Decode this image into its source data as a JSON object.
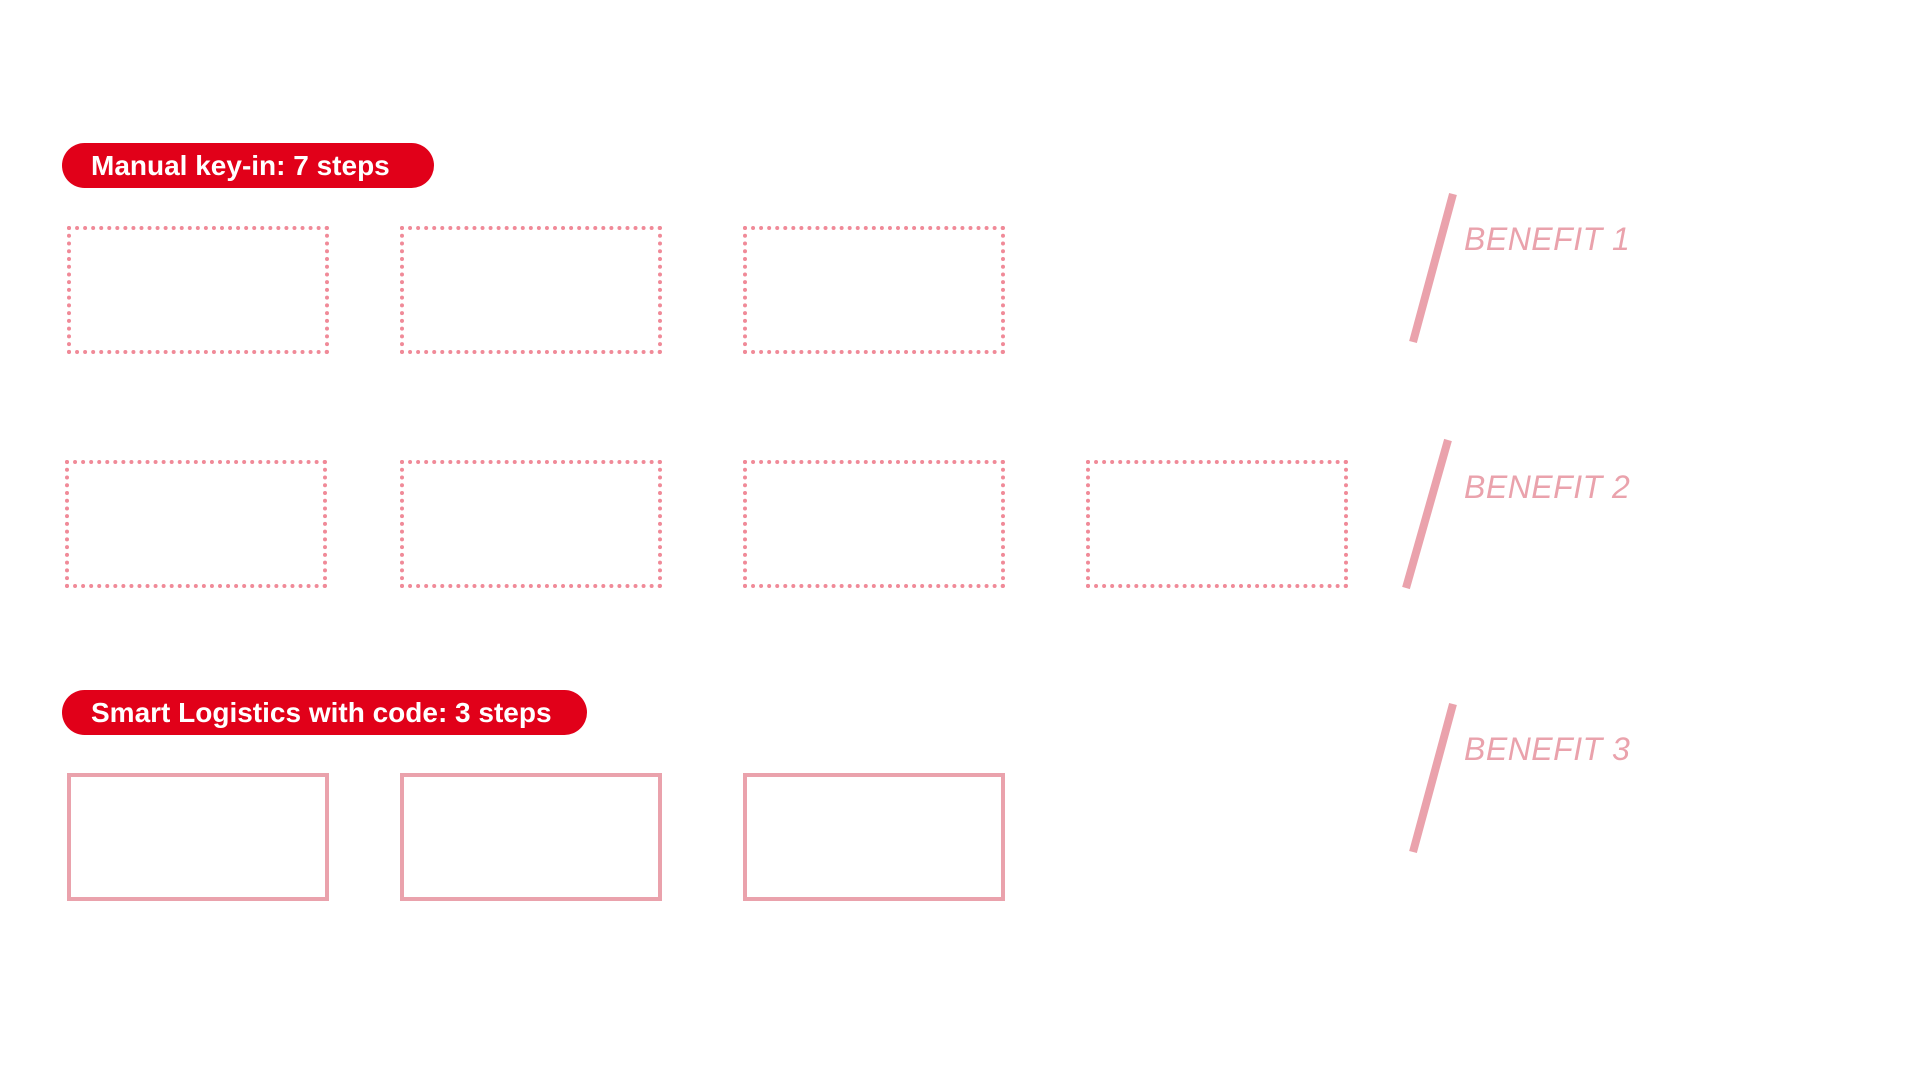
{
  "colors": {
    "accent_red": "#e10019",
    "soft_pink": "#eaa2ac",
    "dotted_pink": "#f08a98",
    "background": "#ffffff"
  },
  "sections": [
    {
      "label": "Manual key-in: 7 steps",
      "step_style": "dotted",
      "step_count": 7
    },
    {
      "label": "Smart Logistics with code: 3 steps",
      "step_style": "solid",
      "step_count": 3
    }
  ],
  "benefits": [
    {
      "label": "BENEFIT 1"
    },
    {
      "label": "BENEFIT 2"
    },
    {
      "label": "BENEFIT 3"
    }
  ]
}
